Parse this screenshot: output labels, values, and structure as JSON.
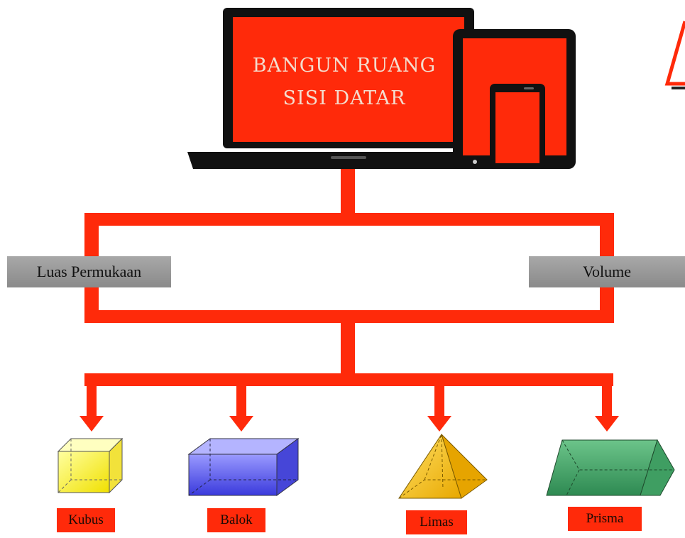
{
  "title": {
    "line1": "BANGUN RUANG",
    "line2": "SISI DATAR"
  },
  "categories": {
    "left": "Luas Permukaan",
    "right": "Volume"
  },
  "shapes": [
    {
      "label": "Kubus",
      "icon": "cube-icon"
    },
    {
      "label": "Balok",
      "icon": "cuboid-icon"
    },
    {
      "label": "Limas",
      "icon": "pyramid-icon"
    },
    {
      "label": "Prisma",
      "icon": "prism-icon"
    }
  ],
  "colors": {
    "accent": "#ff2a0a",
    "device": "#111111",
    "label_box": "#999999"
  }
}
